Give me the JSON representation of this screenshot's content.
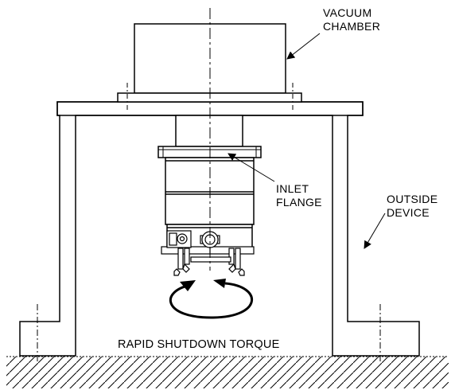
{
  "labels": {
    "vacuum_chamber": [
      "VACUUM",
      "CHAMBER"
    ],
    "inlet_flange": [
      "INLET",
      "FLANGE"
    ],
    "outside_device": [
      "OUTSIDE",
      "DEVICE"
    ],
    "rapid_shutdown_torque": "RAPID SHUTDOWN TORQUE"
  },
  "colors": {
    "line": "#000000",
    "background": "#ffffff"
  }
}
